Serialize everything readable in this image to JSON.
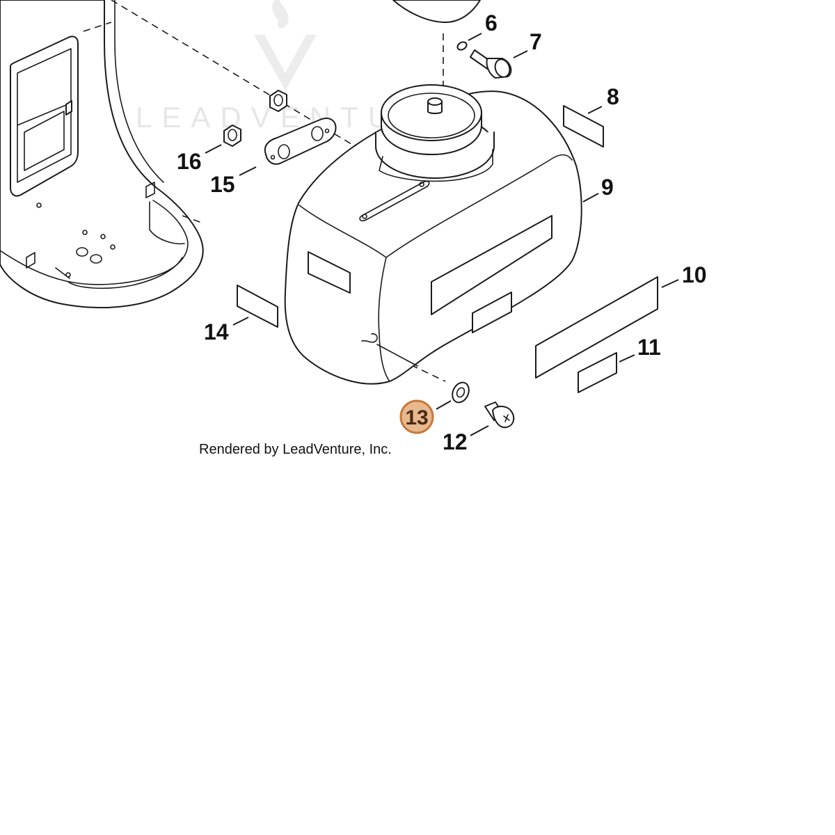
{
  "watermark": {
    "brand": "LEADVENTURE",
    "logo_icon": "leadventure-flame-v-logo",
    "color": "#e6e6e6"
  },
  "callouts": {
    "c6": "6",
    "c7": "7",
    "c8": "8",
    "c9": "9",
    "c10": "10",
    "c11": "11",
    "c12": "12",
    "c13": "13",
    "c14": "14",
    "c15": "15",
    "c16": "16"
  },
  "highlight": {
    "callout": "13",
    "fill": "#e8b88f",
    "stroke": "#c8783a"
  },
  "credit": "Rendered by LeadVenture, Inc."
}
